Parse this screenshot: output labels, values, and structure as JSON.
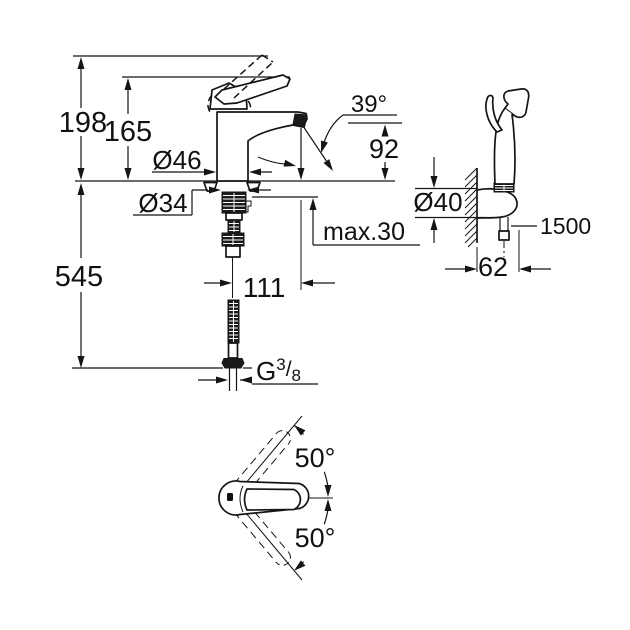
{
  "front_view": {
    "labels": {
      "total_height": "198",
      "body_height": "165",
      "hose_drop": "545",
      "base_diameter": "Ø46",
      "shank_diameter": "Ø34",
      "stream_angle": "39°",
      "spout_height": "92",
      "max_deck_thickness": "max.30",
      "spout_projection": "111",
      "thread_prefix": "G",
      "thread_numerator": "3",
      "thread_slash": "/",
      "thread_denominator": "8"
    }
  },
  "side_view": {
    "labels": {
      "holder_diameter": "Ø40",
      "hose_length": "1500",
      "wall_offset": "62"
    }
  },
  "bottom_view": {
    "labels": {
      "swivel_angle_up": "50°",
      "swivel_angle_down": "50°"
    }
  }
}
